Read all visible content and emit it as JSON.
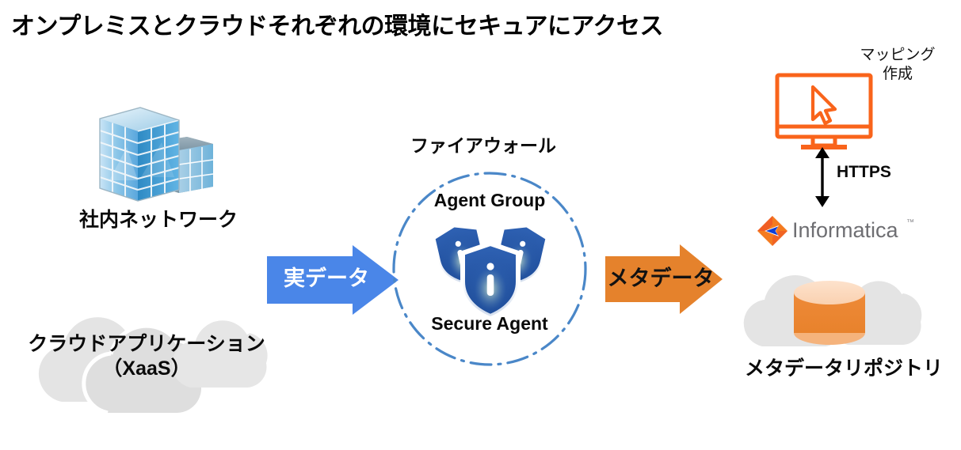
{
  "page": {
    "title": "オンプレミスとクラウドそれぞれの環境にセキュアにアクセス",
    "background": "#ffffff"
  },
  "nodes": {
    "onprem": {
      "label": "社内ネットワーク",
      "icon": "office-buildings-icon",
      "color": "#5aa7dd"
    },
    "cloud_apps": {
      "label_line1": "クラウドアプリケーション",
      "label_line2": "（XaaS）",
      "icon": "cloud-cluster-icon",
      "color": "#e3e3e3"
    },
    "firewall": {
      "label": "ファイアウォール",
      "boundary": "dash-dot-circle",
      "color": "#4a87c8"
    },
    "agent": {
      "title": "Agent Group",
      "subtitle": "Secure Agent",
      "icon": "three-shields-icon",
      "color": "#2455a4"
    },
    "designer": {
      "label_line1": "マッピング",
      "label_line2": "作成",
      "icon": "monitor-cursor-icon",
      "color": "#f9641b"
    },
    "brand": {
      "name": "Informatica",
      "trademark": "™",
      "logo": "informatica-diamond-logo",
      "logo_color": "#f47b20",
      "accent_color": "#0b3fd9",
      "text_color": "#6e6e72"
    },
    "repository": {
      "label": "メタデータリポジトリ",
      "icon": "cloud-database-icon",
      "cloud_color": "#e3e3e3",
      "db_color": "#ed8b3c"
    }
  },
  "connections": {
    "real_data": {
      "label": "実データ",
      "direction": "right",
      "color": "#4a86e8",
      "text_color": "#ffffff"
    },
    "metadata": {
      "label": "メタデータ",
      "direction": "right",
      "color": "#e5822c",
      "text_color": "#121212"
    },
    "https": {
      "label": "HTTPS",
      "direction": "bidirectional-vertical",
      "color": "#000000"
    }
  }
}
